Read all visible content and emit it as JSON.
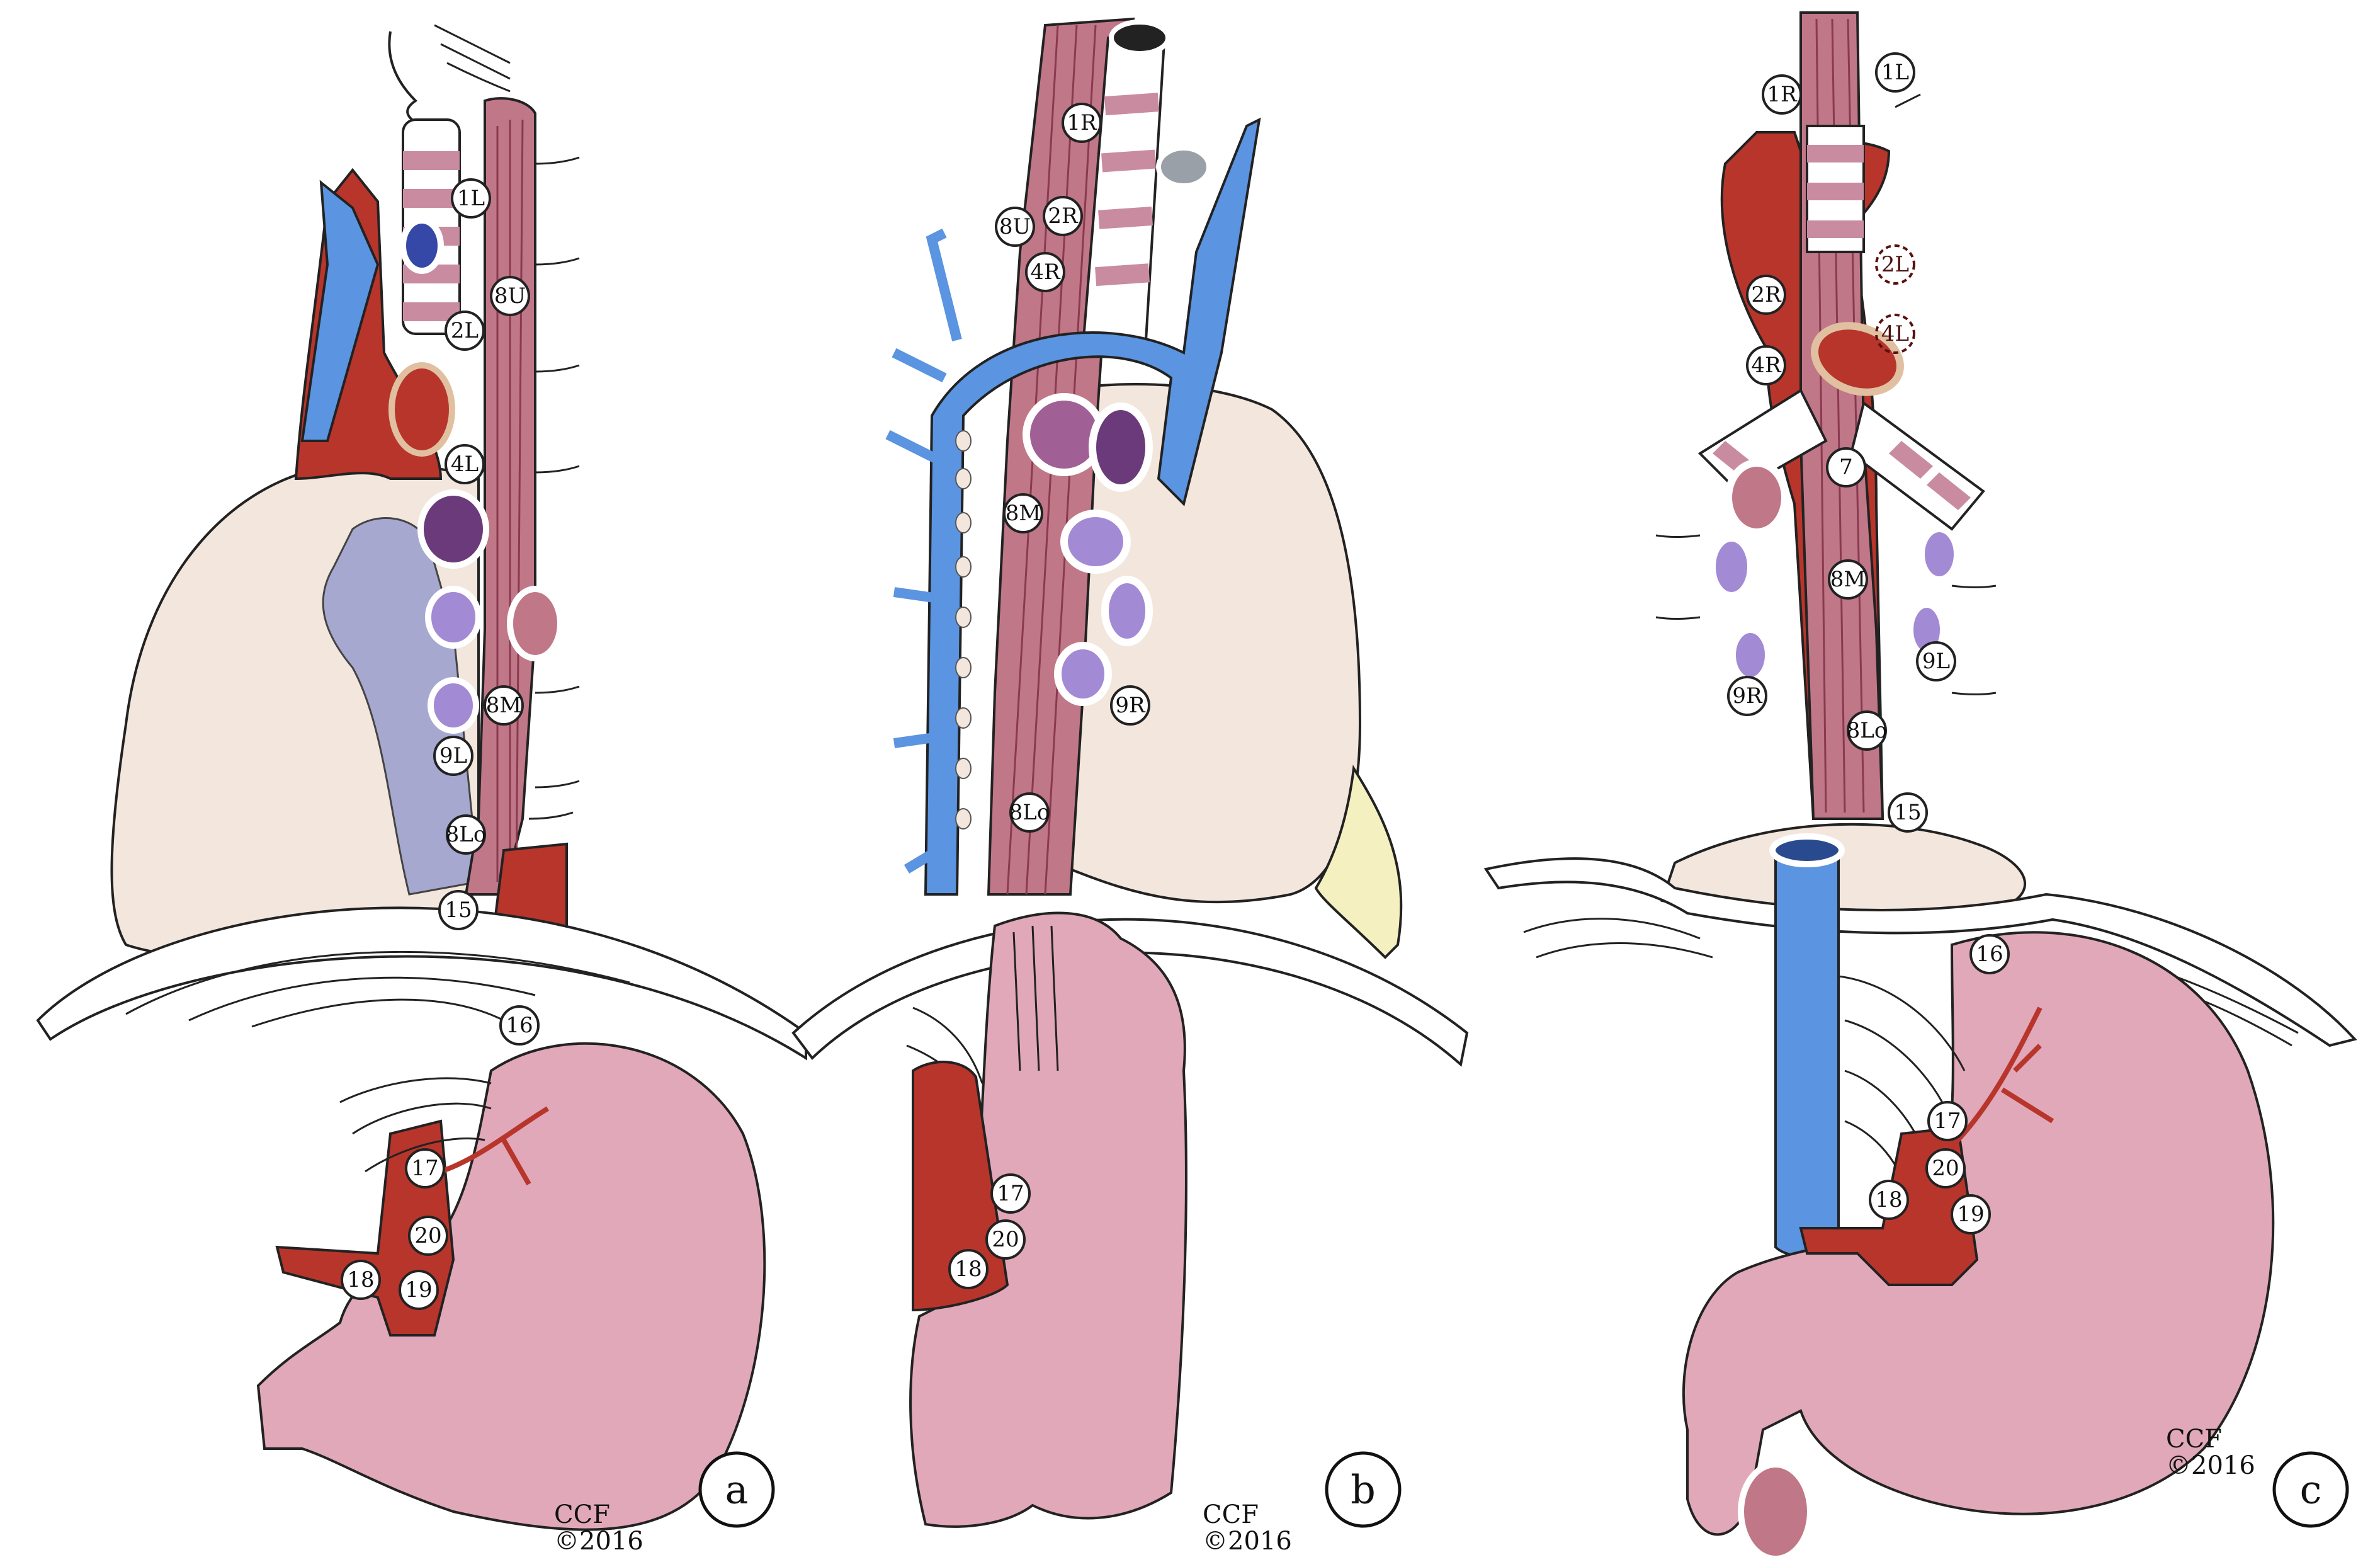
{
  "colors": {
    "aorta_red": "#b8352c",
    "vein_blue": "#5b94e0",
    "esophagus_muscle": "#c07788",
    "stomach_pink": "#e0a8b8",
    "lung_cream": "#f3e6dc",
    "node_purple": "#6a3a7a",
    "node_lavender": "#a38ad4",
    "trachea_ring": "#c98ba0",
    "diaphragm_fat": "#f5f0c0"
  },
  "panels": [
    {
      "id": "a",
      "label": "a",
      "credit": [
        "CCF",
        "©2016"
      ],
      "nodes": [
        "1L",
        "8U",
        "2L",
        "4L",
        "8M",
        "9L",
        "8Lo",
        "15",
        "16",
        "17",
        "20",
        "18",
        "19"
      ]
    },
    {
      "id": "b",
      "label": "b",
      "credit": [
        "CCF",
        "©2016"
      ],
      "nodes": [
        "1R",
        "2R",
        "8U",
        "4R",
        "8M",
        "9R",
        "8Lo",
        "17",
        "20",
        "18"
      ]
    },
    {
      "id": "c",
      "label": "c",
      "credit": [
        "CCF",
        "©2016"
      ],
      "nodes": [
        "1R",
        "1L",
        "2L",
        "2R",
        "4L",
        "4R",
        "7",
        "8M",
        "9L",
        "9R",
        "8Lo",
        "15",
        "16",
        "17",
        "20",
        "18",
        "19"
      ]
    }
  ]
}
